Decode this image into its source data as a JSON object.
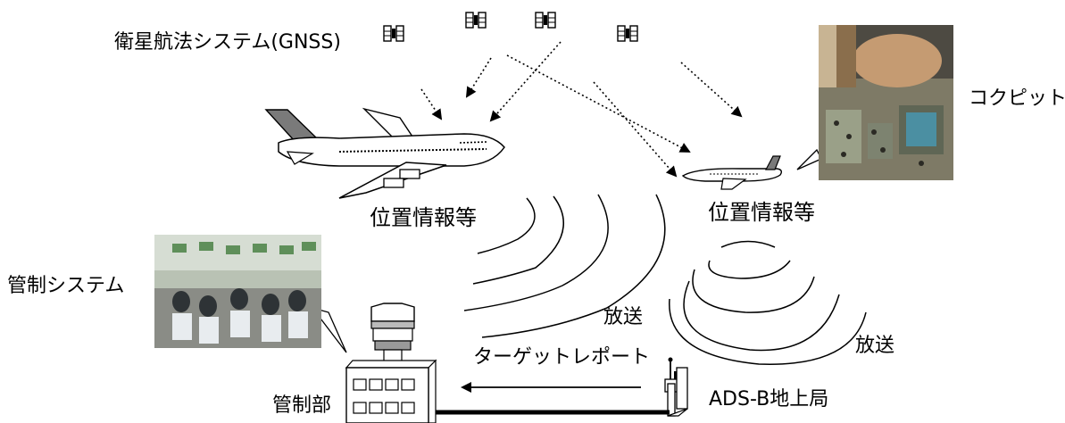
{
  "labels": {
    "gnss": "衛星航法システム(GNSS)",
    "cockpit": "コクピット",
    "position_left": "位置情報等",
    "position_right": "位置情報等",
    "atc_system": "管制システム",
    "broadcast_center": "放送",
    "broadcast_right": "放送",
    "target_report": "ターゲットレポート",
    "control_unit": "管制部",
    "ground_station": "ADS-B地上局"
  },
  "colors": {
    "line": "#000000",
    "aircraft_tail": "#7a7a7a",
    "background": "#ffffff"
  },
  "icons": {
    "satellite": "satellite-icon",
    "airliner": "airliner-icon",
    "business_jet": "business-jet-icon",
    "control_tower": "control-tower-icon",
    "antenna": "ground-antenna-icon"
  }
}
